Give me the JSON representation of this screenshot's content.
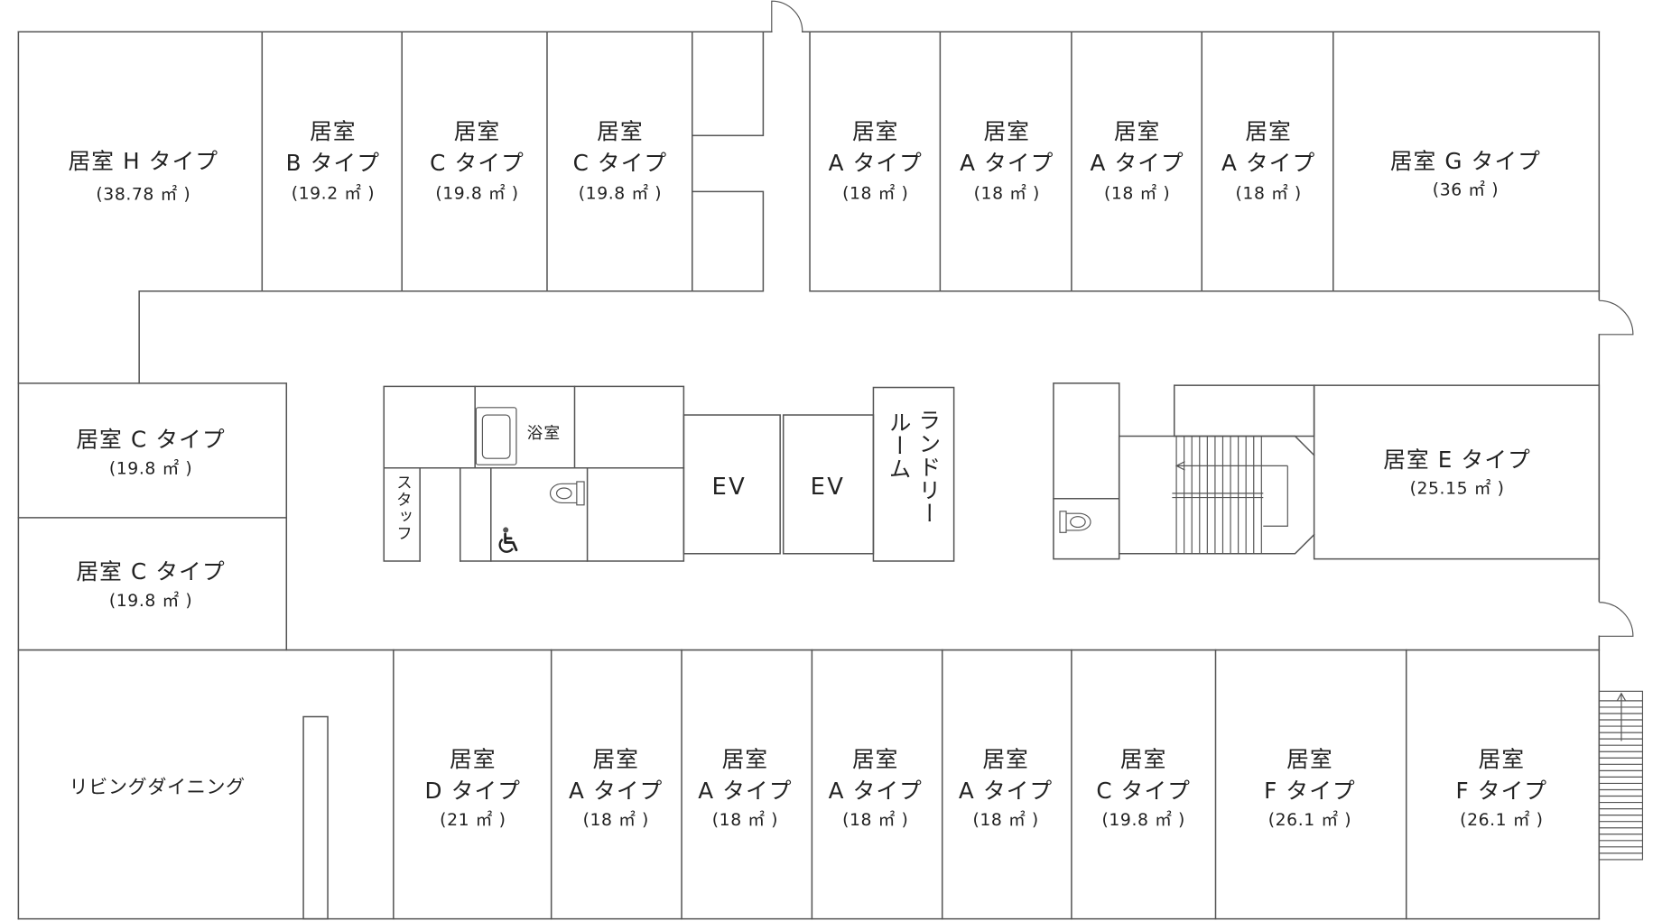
{
  "rooms_top": [
    {
      "lines": [
        "居室 H タイプ",
        "(38.78 ㎡ )"
      ]
    },
    {
      "lines": [
        "居室",
        "B タイプ",
        "(19.2 ㎡ )"
      ]
    },
    {
      "lines": [
        "居室",
        "C タイプ",
        "(19.8 ㎡ )"
      ]
    },
    {
      "lines": [
        "居室",
        "C タイプ",
        "(19.8 ㎡ )"
      ]
    },
    {
      "lines": [
        "居室",
        "A タイプ",
        "(18 ㎡ )"
      ]
    },
    {
      "lines": [
        "居室",
        "A タイプ",
        "(18 ㎡ )"
      ]
    },
    {
      "lines": [
        "居室",
        "A タイプ",
        "(18 ㎡ )"
      ]
    },
    {
      "lines": [
        "居室",
        "A タイプ",
        "(18 ㎡ )"
      ]
    },
    {
      "lines": [
        "居室 G タイプ",
        "(36 ㎡ )"
      ]
    }
  ],
  "rooms_left": [
    {
      "lines": [
        "居室 C タイプ",
        "(19.8 ㎡ )"
      ]
    },
    {
      "lines": [
        "居室 C タイプ",
        "(19.8 ㎡ )"
      ]
    }
  ],
  "room_right": {
    "lines": [
      "居室 E タイプ",
      "(25.15 ㎡ )"
    ]
  },
  "rooms_bottom": [
    {
      "lines": [
        "リビングダイニング"
      ]
    },
    {
      "lines": [
        "居室",
        "D タイプ",
        "(21 ㎡ )"
      ]
    },
    {
      "lines": [
        "居室",
        "A タイプ",
        "(18 ㎡ )"
      ]
    },
    {
      "lines": [
        "居室",
        "A タイプ",
        "(18 ㎡ )"
      ]
    },
    {
      "lines": [
        "居室",
        "A タイプ",
        "(18 ㎡ )"
      ]
    },
    {
      "lines": [
        "居室",
        "A タイプ",
        "(18 ㎡ )"
      ]
    },
    {
      "lines": [
        "居室",
        "C タイプ",
        "(19.8 ㎡ )"
      ]
    },
    {
      "lines": [
        "居室",
        "F タイプ",
        "(26.1 ㎡ )"
      ]
    },
    {
      "lines": [
        "居室",
        "F タイプ",
        "(26.1 ㎡ )"
      ]
    }
  ],
  "core": {
    "bath": "浴室",
    "staff": "スタッフ",
    "ev_1": "EV",
    "ev_2": "EV",
    "laundry": [
      "ランドリー",
      "ルーム"
    ]
  },
  "icons": {
    "toilet": "toilet-icon",
    "wheelchair": "wheelchair-icon",
    "bathtub": "bathtub-icon",
    "door": "door-swing-icon",
    "stairs": "stairs-icon",
    "arrow": "arrow-icon"
  },
  "colors": {
    "line": "#555555",
    "text": "#222222",
    "background": "#ffffff"
  }
}
